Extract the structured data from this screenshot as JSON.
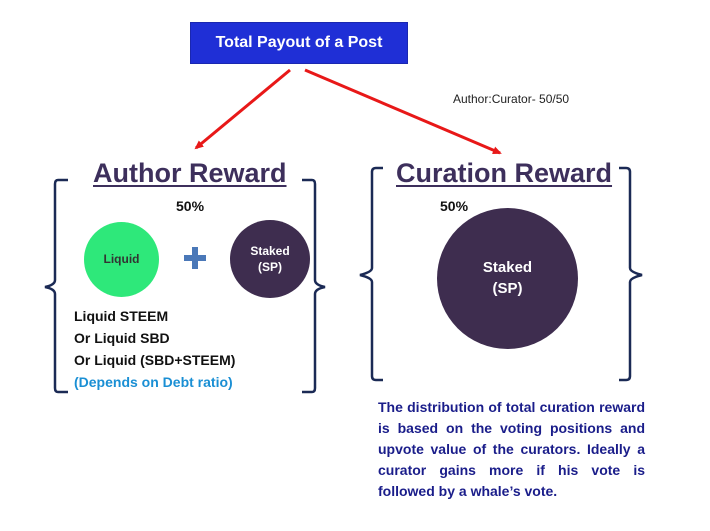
{
  "top": {
    "title": "Total Payout of a Post"
  },
  "ratio_label": "Author:Curator- 50/50",
  "author": {
    "heading": "Author Reward",
    "percent": "50%",
    "liquid_label": "Liquid",
    "staked_label_1": "Staked",
    "staked_label_2": "(SP)",
    "options": [
      "Liquid STEEM",
      "Or Liquid SBD",
      "Or Liquid (SBD+STEEM)",
      "(Depends on Debt ratio)"
    ]
  },
  "curation": {
    "heading": "Curation Reward",
    "percent": "50%",
    "staked_label_1": "Staked",
    "staked_label_2": "(SP)",
    "description": "The distribution of total curation reward is based on the voting positions and upvote value of the curators. Ideally a curator gains more if his vote is followed by a whale’s vote."
  },
  "colors": {
    "title_box": "#1f2fd6",
    "arrow": "#e81818",
    "heading": "#3d2f5c",
    "liquid": "#2ee87a",
    "staked": "#3e2d4f",
    "bracket": "#1b2a55",
    "plus": "#4a78b8",
    "note": "#1a8fd4",
    "description": "#1a1d8a"
  }
}
